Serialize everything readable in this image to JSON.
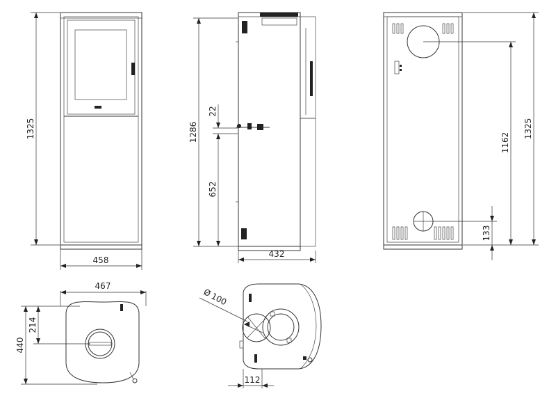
{
  "dimensions": {
    "front": {
      "height": "1325",
      "width": "458"
    },
    "side": {
      "height": "1286",
      "mid": "652",
      "gap": "22",
      "depth": "432"
    },
    "rear": {
      "total_height": "1325",
      "upper_outlet_height": "1162",
      "lower_outlet_height": "133"
    },
    "top": {
      "width": "467",
      "depth": "440",
      "center_offset": "214"
    },
    "bottom": {
      "diameter_symbol": "Ø",
      "diameter": "100",
      "offset": "112"
    }
  },
  "colors": {
    "line": "#333333",
    "fill": "#ffffff"
  },
  "icons": [
    "diameter-symbol"
  ]
}
